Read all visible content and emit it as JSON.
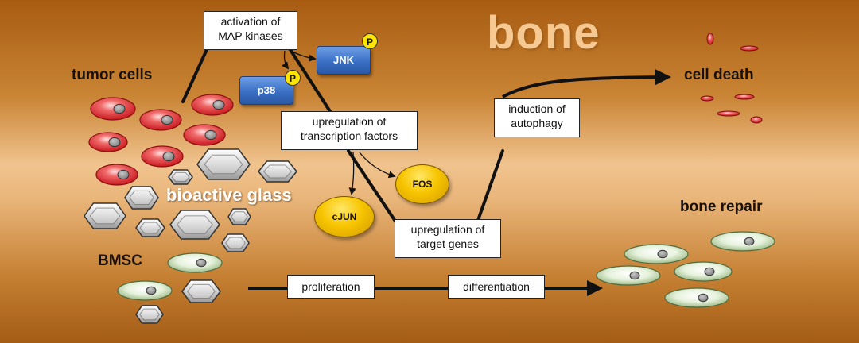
{
  "title": "bone",
  "labels": {
    "tumor_cells": "tumor cells",
    "bioactive_glass": "bioactive glass",
    "bmsc": "BMSC",
    "cell_death": "cell death",
    "bone_repair": "bone repair"
  },
  "boxes": {
    "activation": "activation of MAP kinases",
    "upregulation_tf": "upregulation of transcription factors",
    "upregulation_genes": "upregulation of target genes",
    "autophagy": "induction of autophagy",
    "proliferation": "proliferation",
    "differentiation": "differentiation"
  },
  "kinases": {
    "jnk": "JNK",
    "p38": "p38"
  },
  "phospho": "P",
  "transcription_factors": {
    "fos": "FOS",
    "cjun": "cJUN"
  },
  "colors": {
    "background_dark": "#a85c12",
    "background_light": "#f0c38e",
    "title": "#f6c892",
    "tumor_cell": "#e0303a",
    "bmsc_cell": "#cfe5bf",
    "glass": "#c8c8c8",
    "kinase": "#3a6fc4",
    "transcription_factor": "#f7c400"
  }
}
